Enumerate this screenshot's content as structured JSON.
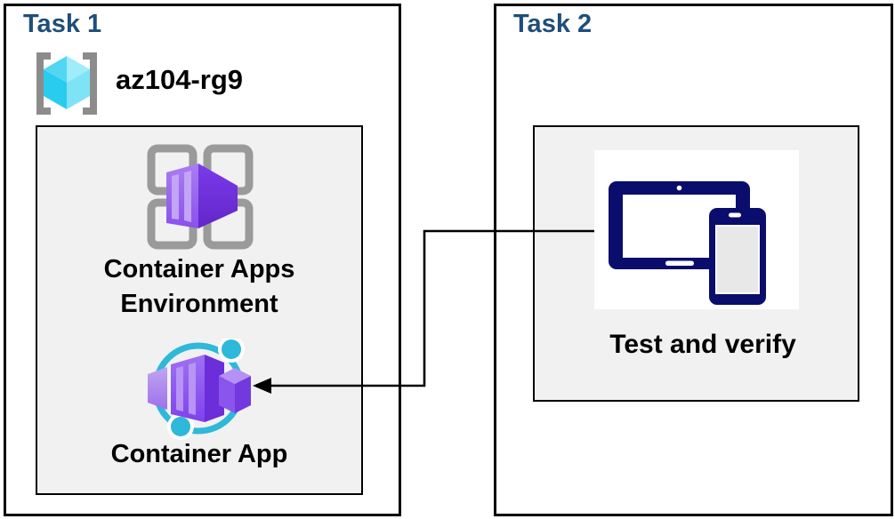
{
  "task1": {
    "title": "Task 1",
    "resource_group": {
      "icon": "resource-group-icon",
      "label": "az104-rg9"
    },
    "environment": {
      "icon": "container-apps-environment-icon",
      "label": "Container Apps Environment"
    },
    "container_app": {
      "icon": "container-app-icon",
      "label": "Container App"
    }
  },
  "task2": {
    "title": "Task 2",
    "test": {
      "icon": "devices-icon",
      "label": "Test and verify"
    }
  },
  "connector": {
    "description": "arrow from devices icon to Container App icon",
    "direction": "right-to-left"
  },
  "colors": {
    "title_text": "#1F4E79",
    "label_text": "#000000",
    "panel_border": "#000000",
    "inner_bg": "#F1F1F1",
    "arrow": "#000000",
    "teal": "#2EB8D9",
    "navy": "#0A0D6C",
    "bracket_gray": "#8C8C8C",
    "grid_gray": "#9A9A9A",
    "purple_light": "#B493F2",
    "purple_mid": "#8A55EE",
    "purple_dark": "#6C2ED9",
    "cube_cyan_light": "#9FECFA",
    "cube_cyan_mid": "#52D7F3",
    "cube_cyan_deep": "#29CBEE",
    "device_screen_gray": "#E8E8E8"
  }
}
